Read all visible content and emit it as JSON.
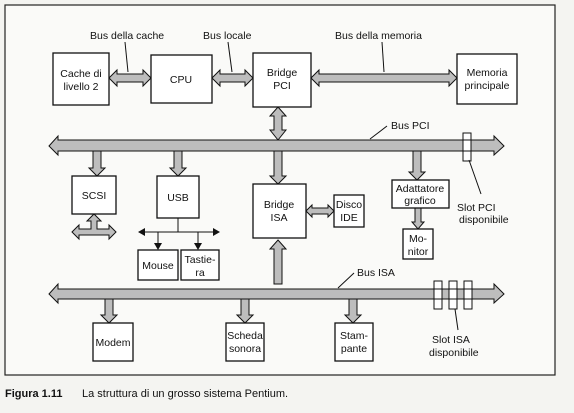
{
  "diagram": {
    "boxes": {
      "cache": [
        "Cache di",
        "livello 2"
      ],
      "cpu": [
        "CPU"
      ],
      "bridge_pci": [
        "Bridge",
        "PCI"
      ],
      "memoria": [
        "Memoria",
        "principale"
      ],
      "scsi": [
        "SCSI"
      ],
      "usb": [
        "USB"
      ],
      "bridge_isa": [
        "Bridge",
        "ISA"
      ],
      "disco": [
        "Disco",
        "IDE"
      ],
      "adattatore": [
        "Adattatore",
        "grafico"
      ],
      "monitor": [
        "Mo-",
        "nitor"
      ],
      "mouse": [
        "Mouse"
      ],
      "tastiera": [
        "Tastie-",
        "ra"
      ],
      "modem": [
        "Modem"
      ],
      "scheda": [
        "Scheda",
        "sonora"
      ],
      "stampante": [
        "Stam-",
        "pante"
      ]
    },
    "labels": {
      "bus_cache": "Bus della cache",
      "bus_locale": "Bus locale",
      "bus_memoria": "Bus della memoria",
      "bus_pci": "Bus PCI",
      "bus_isa": "Bus ISA",
      "slot_pci": [
        "Slot PCI",
        "disponibile"
      ],
      "slot_isa": [
        "Slot ISA",
        "disponibile"
      ]
    }
  },
  "caption": {
    "number": "Figura 1.11",
    "text": "La struttura di un grosso sistema Pentium."
  },
  "colors": {
    "bus_fill": "#bdbdbd",
    "box_fill": "#ffffff",
    "stroke": "#111111"
  }
}
